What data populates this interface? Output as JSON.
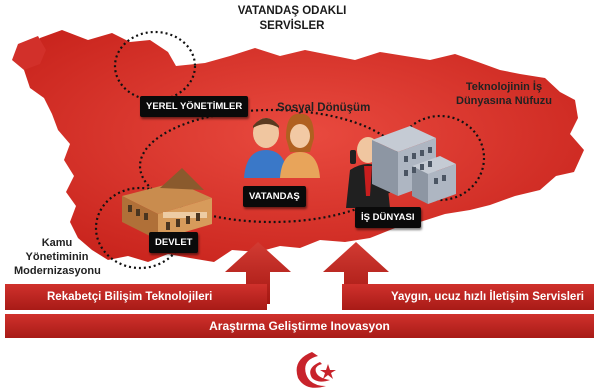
{
  "title": {
    "line1": "VATANDAŞ ODAKLI",
    "line2": "SERVİSLER"
  },
  "labels": {
    "yerel": "YEREL YÖNETİMLER",
    "sosyal": "Sosyal Dönüşüm",
    "teknoloji_line1": "Teknolojinin İş",
    "teknoloji_line2": "Dünyasına Nüfuzu",
    "vatandas": "VATANDAŞ",
    "is_dunyasi": "İŞ DÜNYASI",
    "devlet": "DEVLET",
    "kamu_line1": "Kamu",
    "kamu_line2": "Yönetiminin",
    "kamu_line3": "Modernizasyonu"
  },
  "bars": {
    "left": "Rekabetçi Bilişim Teknolojileri",
    "right": "Yaygın, ucuz hızlı İletişim Servisleri",
    "bottom": "Araştırma Geliştirme Inovasyon"
  },
  "colors": {
    "map_red": "#d9332c",
    "bar_red": "#c0272d",
    "arrow_red": "#b71c1c",
    "tag_black": "#0a0a0a"
  },
  "icons": [
    "government-building-icon",
    "citizens-icon",
    "businessman-icon",
    "office-building-icon",
    "logo-icon"
  ]
}
